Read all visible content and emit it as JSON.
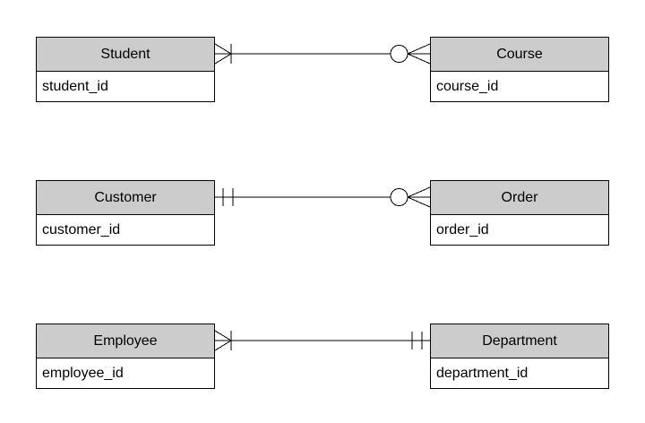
{
  "diagram": {
    "colors": {
      "background": "#ffffff",
      "header_fill": "#cccccc",
      "body_fill": "#ffffff",
      "border": "#000000",
      "line": "#000000",
      "text": "#000000"
    },
    "entities": [
      {
        "name": "Student",
        "attributes": [
          "student_id"
        ]
      },
      {
        "name": "Course",
        "attributes": [
          "course_id"
        ]
      },
      {
        "name": "Customer",
        "attributes": [
          "customer_id"
        ]
      },
      {
        "name": "Order",
        "attributes": [
          "order_id"
        ]
      },
      {
        "name": "Employee",
        "attributes": [
          "employee_id"
        ]
      },
      {
        "name": "Department",
        "attributes": [
          "department_id"
        ]
      }
    ],
    "relationships": [
      {
        "from": "Student",
        "to": "Course",
        "from_cardinality": "one-or-many",
        "to_cardinality": "zero-or-many"
      },
      {
        "from": "Customer",
        "to": "Order",
        "from_cardinality": "exactly-one",
        "to_cardinality": "zero-or-many"
      },
      {
        "from": "Employee",
        "to": "Department",
        "from_cardinality": "one-or-many",
        "to_cardinality": "exactly-one"
      }
    ]
  }
}
